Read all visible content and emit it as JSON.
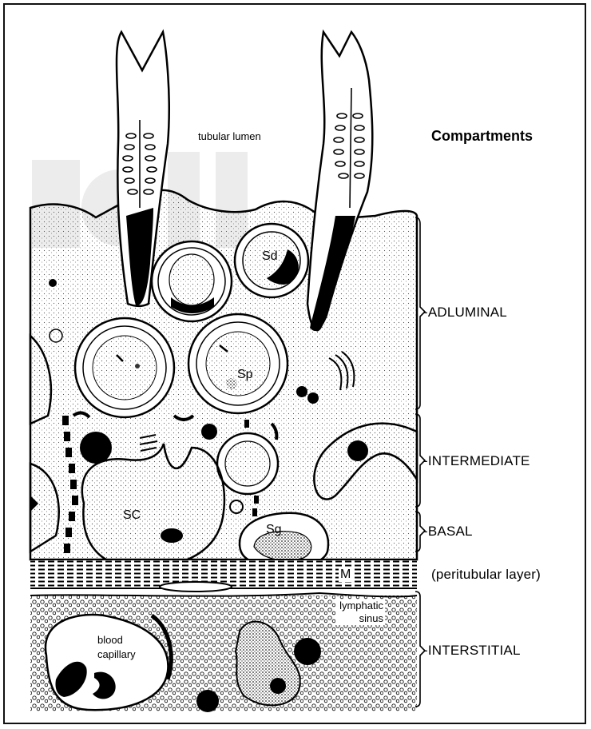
{
  "figure": {
    "heading": "Compartments",
    "labels": {
      "tubular_lumen": "tubular lumen",
      "sd": "Sd",
      "sp": "Sp",
      "sc": "SC",
      "sg": "Sg",
      "m": "M",
      "lymphatic_sinus": "lymphatic sinus",
      "blood_capillary": "blood capillary"
    },
    "compartments": [
      {
        "name": "-ADLUMINAL"
      },
      {
        "name": "-INTERMEDIATE"
      },
      {
        "name": "-BASAL"
      },
      {
        "name": "(peritubular layer)"
      },
      {
        "name": "-INTERSTITIAL"
      }
    ]
  },
  "colors": {
    "ink": "#000000",
    "watermark": "#e8e8e8"
  }
}
